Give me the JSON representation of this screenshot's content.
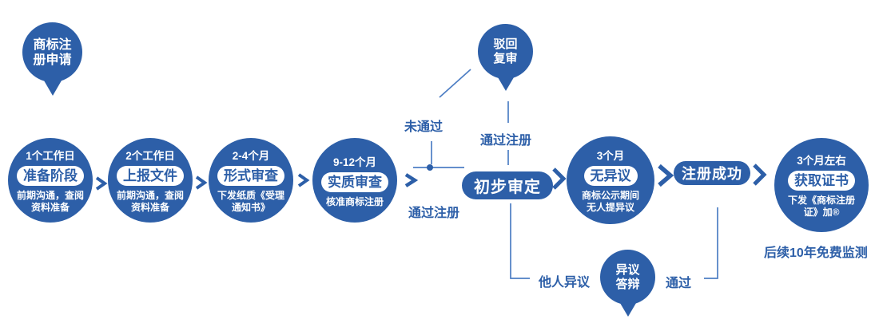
{
  "colors": {
    "primary_blue": "#2d5fa8",
    "line_blue": "#4d7ec4",
    "pill_text_blue": "#2d5fa8",
    "text_white": "#ffffff"
  },
  "start_balloon": {
    "line1": "商标注",
    "line2": "册申请"
  },
  "rejection_balloon": {
    "line1": "驳回",
    "line2": "复审"
  },
  "objection_balloon": {
    "line1": "异议",
    "line2": "答辩"
  },
  "steps": [
    {
      "duration": "1个工作日",
      "title": "准备阶段",
      "desc1": "前期沟通，查阅",
      "desc2": "资料准备"
    },
    {
      "duration": "2个工作日",
      "title": "上报文件",
      "desc1": "前期沟通，查阅",
      "desc2": "资料准备"
    },
    {
      "duration": "2-4个月",
      "title": "形式审查",
      "desc1": "下发纸质《受理",
      "desc2": "通知书》"
    },
    {
      "duration": "9-12个月",
      "title": "实质审查",
      "desc1": "核准商标注册",
      "desc2": ""
    },
    {
      "duration": "3个月",
      "title": "无异议",
      "desc1": "商标公示期间",
      "desc2": "无人提异议"
    },
    {
      "duration": "3个月左右",
      "title": "获取证书",
      "desc1": "下发《商标注册",
      "desc2": "证》加®"
    }
  ],
  "pills": {
    "preliminary_approval": "初步审定",
    "registration_success": "注册成功"
  },
  "labels": {
    "not_passed": "未通过",
    "pass_registration_top": "通过注册",
    "pass_registration_bottom": "通过注册",
    "others_objection": "他人异议",
    "pass": "通过",
    "follow_up": "后续10年免费监测"
  }
}
